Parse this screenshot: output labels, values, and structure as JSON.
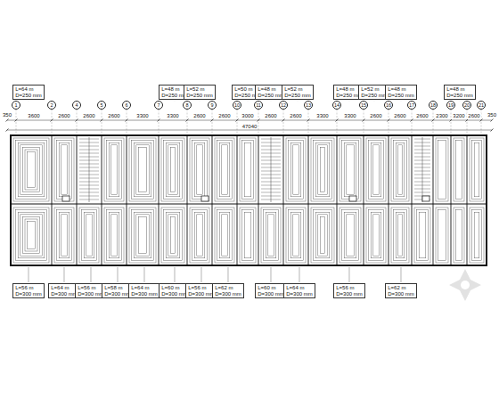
{
  "diagram": {
    "labels": [
      "1",
      "2",
      "4",
      "5",
      "6",
      "7",
      "8",
      "9",
      "10",
      "11",
      "12",
      "13",
      "14",
      "15",
      "16",
      "17",
      "18",
      "19",
      "20",
      "21",
      "350",
      "3600",
      "2600",
      "2600",
      "2600",
      "3300",
      "3300",
      "2600",
      "2600",
      "3000",
      "2600",
      "2600",
      "3300",
      "3300",
      "2600",
      "2600",
      "2600",
      "2300",
      "3200",
      "2600",
      "350",
      "47040",
      "L=64 m",
      "D=250 mm",
      "L=48 m",
      "D=250 mm",
      "L=52 m",
      "D=250 mm",
      "L=50 m",
      "D=250 mm",
      "L=48 m",
      "D=250 mm",
      "L=52 m",
      "D=250 mm",
      "L=48 m",
      "D=250 mm",
      "L=52 m",
      "D=250 mm",
      "L=48 m",
      "D=250 mm",
      "L=48 m",
      "D=250 mm",
      "L=56 m",
      "D=300 mm",
      "L=64 m",
      "D=300 mm",
      "L=56 m",
      "D=300 mm",
      "L=58 m",
      "D=300 mm",
      "L=64 m",
      "D=300 mm",
      "L=60 m",
      "D=300 mm",
      "L=56 m",
      "D=300 mm",
      "L=62 m",
      "D=300 mm",
      "L=60 m",
      "D=300 mm",
      "L=64 m",
      "D=300 mm",
      "L=56 m",
      "D=300 mm",
      "L=62 m",
      "D=300 mm"
    ]
  }
}
